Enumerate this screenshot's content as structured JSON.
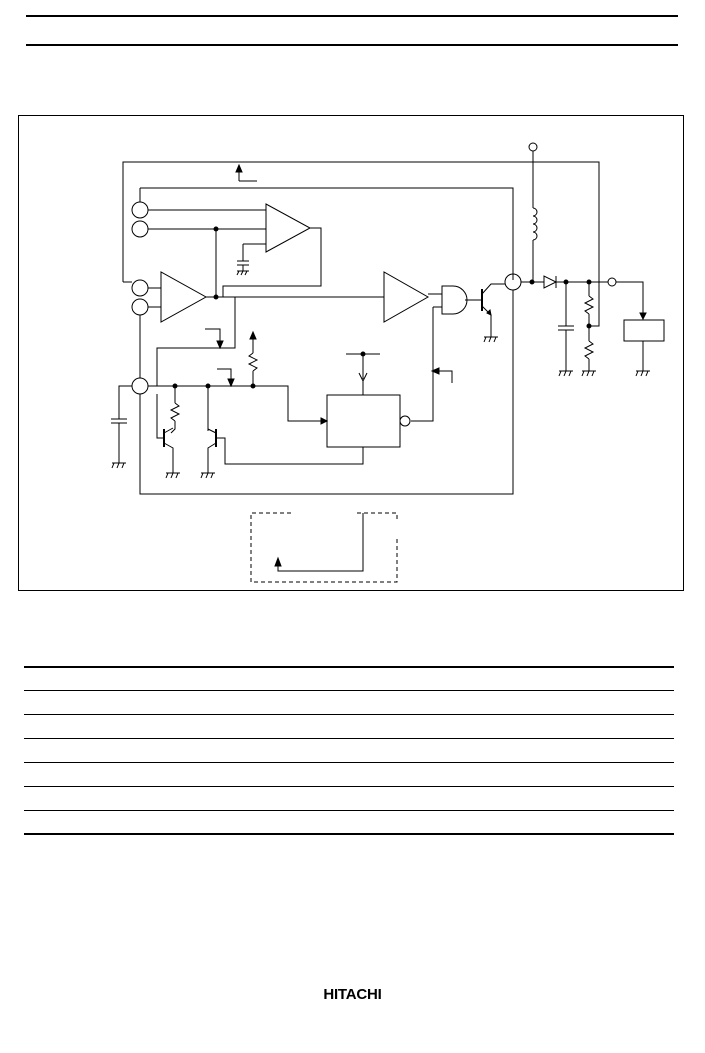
{
  "page": {
    "background": "#ffffff",
    "ink": "#000000"
  },
  "figure": {
    "kind": "block-diagram",
    "components": [
      "comparator",
      "comparator-inverted",
      "amplifier",
      "and-gate",
      "npn-transistor",
      "inductor",
      "diode",
      "capacitor",
      "resistor",
      "control-block",
      "load-box",
      "ground-symbols"
    ]
  },
  "table": {
    "rows": 7
  },
  "footer": {
    "brand": "HITACHI"
  }
}
